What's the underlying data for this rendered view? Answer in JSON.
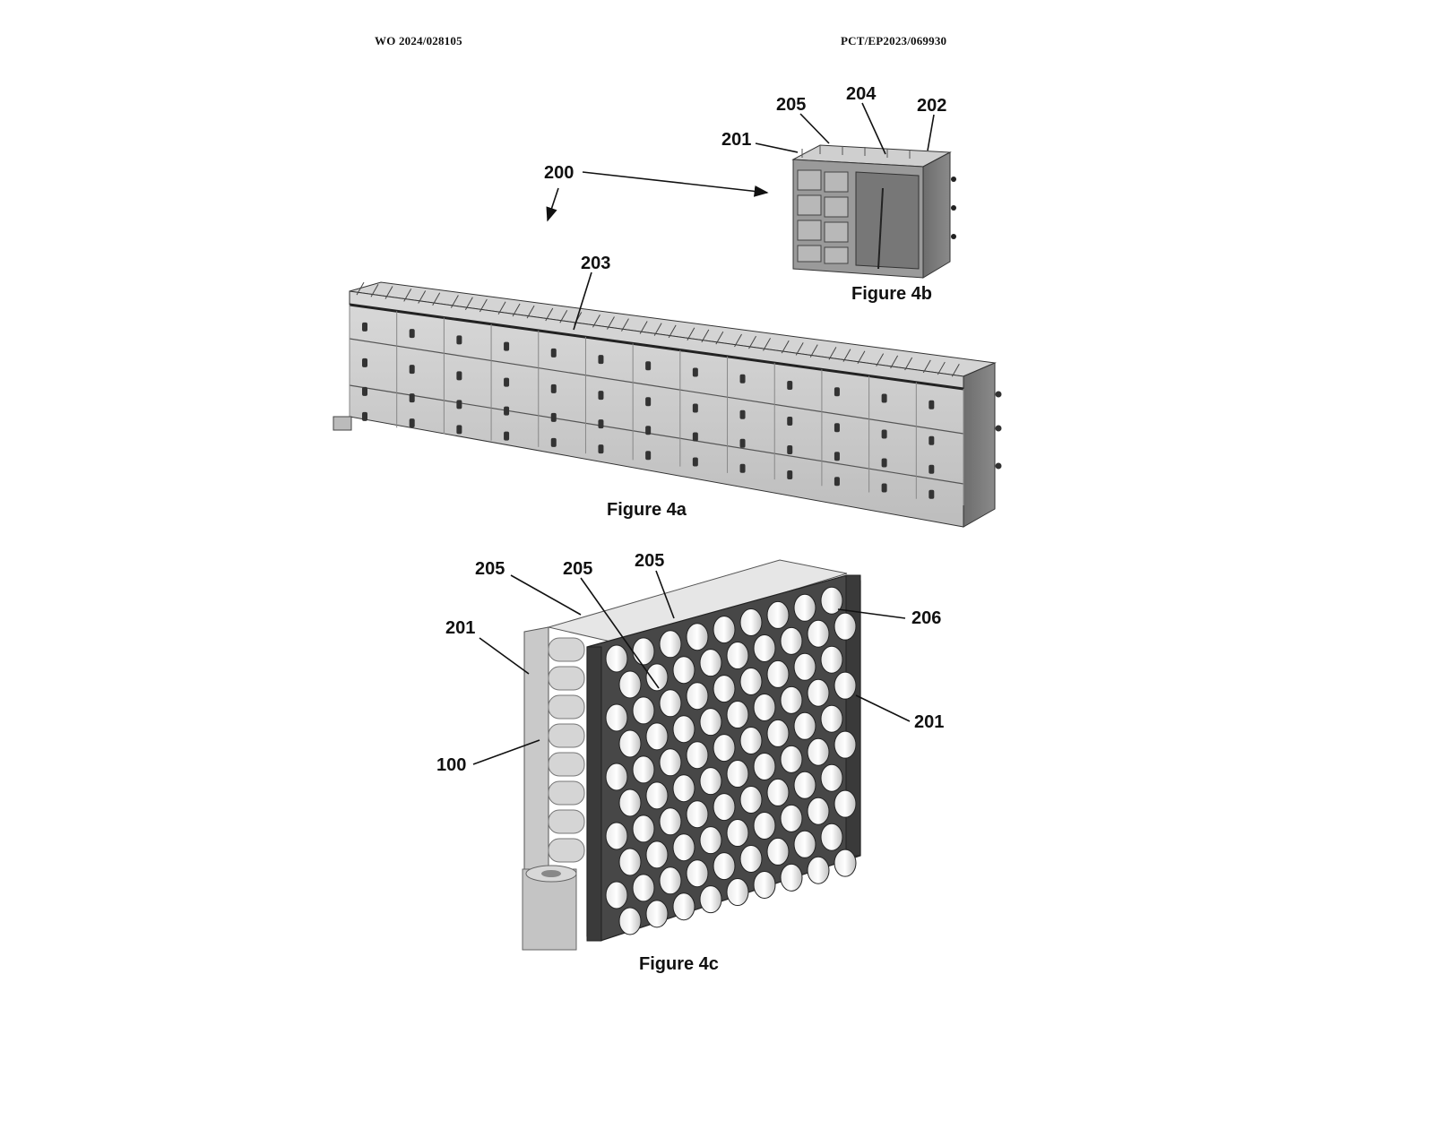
{
  "header": {
    "publication_number": "WO 2024/028105",
    "application_number": "PCT/EP2023/069930"
  },
  "figure_4a": {
    "caption": "Figure 4a",
    "labels": {
      "assembly": "200",
      "top_rail": "203"
    }
  },
  "figure_4b": {
    "caption": "Figure 4b",
    "labels": {
      "top_left": "205",
      "top_mid": "204",
      "top_right": "202",
      "left": "201"
    }
  },
  "figure_4c": {
    "caption": "Figure 4c",
    "labels": {
      "top_a": "205",
      "top_b": "205",
      "top_c": "205",
      "left_upper": "201",
      "left_lower": "100",
      "right_upper": "206",
      "right_lower": "201"
    }
  }
}
